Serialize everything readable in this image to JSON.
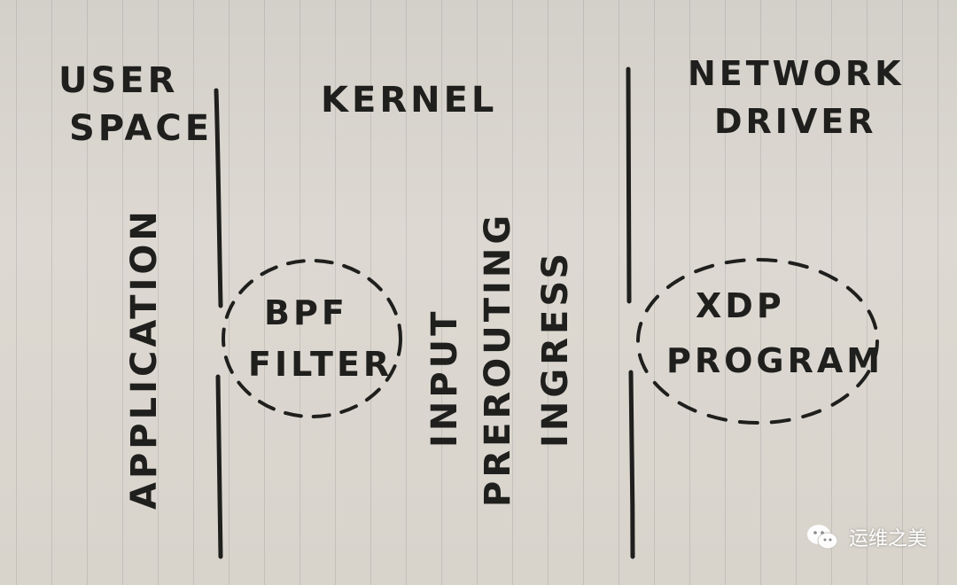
{
  "labels": {
    "user_space_line1": "USER",
    "user_space_line2": "SPACE",
    "kernel": "KERNEL",
    "network_driver_line1": "NETWORK",
    "network_driver_line2": "DRIVER",
    "application": "APPLICATION",
    "bpf_line1": "BPF",
    "bpf_line2": "FILTER",
    "input": "INPUT",
    "prerouting": "PREROUTING",
    "ingress": "INGRESS",
    "xdp_line1": "XDP",
    "xdp_line2": "PROGRAM"
  },
  "watermark": {
    "text": "运维之美",
    "icon": "wechat-icon"
  }
}
